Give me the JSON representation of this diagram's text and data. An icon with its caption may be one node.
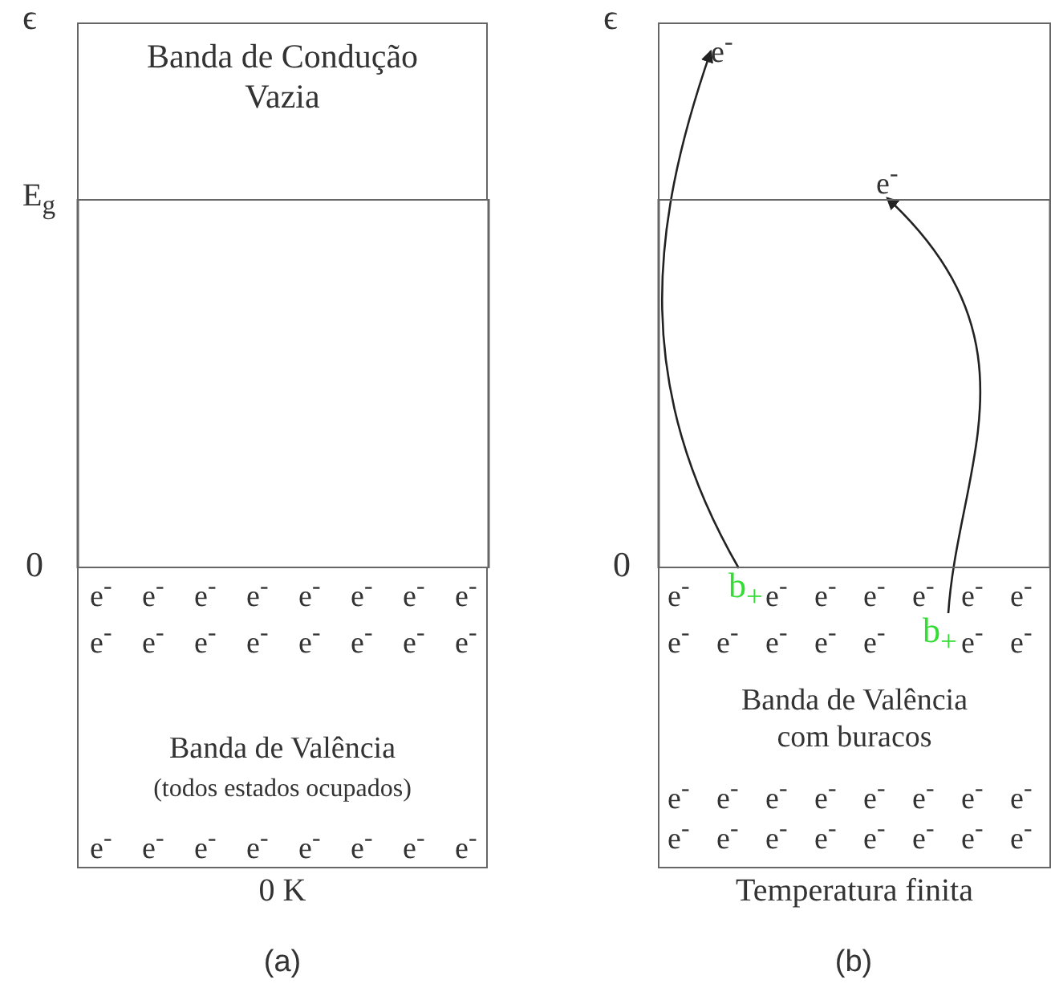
{
  "diagram": {
    "nodes": [
      {
        "text": [
          "Banda de Condução Vazia"
        ]
      },
      {
        "text": [
          "Banda de Valência",
          "(todos estados ocupados)"
        ],
        "beside": [
          "0 K"
        ]
      },
      {
        "text": [],
        "shape": "box"
      },
      {
        "text": [
          "e$^{-}$"
        ],
        "in": 2
      },
      {
        "text": [
          "e$^{-}$"
        ],
        "in": 2
      },
      {
        "text": [
          "Banda de Valência com buracos"
        ],
        "beside": [
          "Temperatura finita"
        ]
      },
      {
        "text": [
          "b$_{+}$"
        ],
        "in": 5
      },
      {
        "text": [
          "b$_{+}$"
        ],
        "in": 5
      }
    ],
    "edges": [
      {
        "from": 6,
        "to": 3,
        "arrow": "to"
      },
      {
        "from": 7,
        "to": 4,
        "arrow": "to"
      }
    ],
    "labels": [
      "ϵ",
      "E$_{g}$",
      "0",
      "e$^{-}$",
      "e$^{-}$",
      "e$^{-}$",
      "e$^{-}$",
      "e$^{-}$",
      "e$^{-}$",
      "e$^{-}$",
      "e$^{-}$",
      "e$^{-}$",
      "e$^{-}$",
      "e$^{-}$",
      "e$^{-}$",
      "e$^{-}$",
      "e$^{-}$",
      "e$^{-}$",
      "e$^{-}$",
      "e$^{-}$",
      "e$^{-}$",
      "e$^{-}$",
      "e$^{-}$",
      "e$^{-}$",
      "e$^{-}$",
      "e$^{-}$",
      "e$^{-}$",
      "(a)",
      "ϵ",
      "0",
      "e$^{-}$",
      "e$^{-}$",
      "e$^{-}$",
      "e$^{-}$",
      "e$^{-}$",
      "e$^{-}$",
      "e$^{-}$",
      "e$^{-}$",
      "e$^{-}$",
      "e$^{-}$",
      "e$^{-}$",
      "e$^{-}$",
      "e$^{-}$",
      "e$^{-}$",
      "e$^{-}$",
      "e$^{-}$",
      "e$^{-}$",
      "e$^{-}$",
      "e$^{-}$",
      "e$^{-}$",
      "e$^{-}$",
      "e$^{-}$",
      "e$^{-}$",
      "e$^{-}$",
      "e$^{-}$",
      "e$^{-}$",
      "e$^{-}$",
      "e$^{-}$",
      "e$^{-}$",
      "e$^{-}$",
      "(b)"
    ]
  }
}
